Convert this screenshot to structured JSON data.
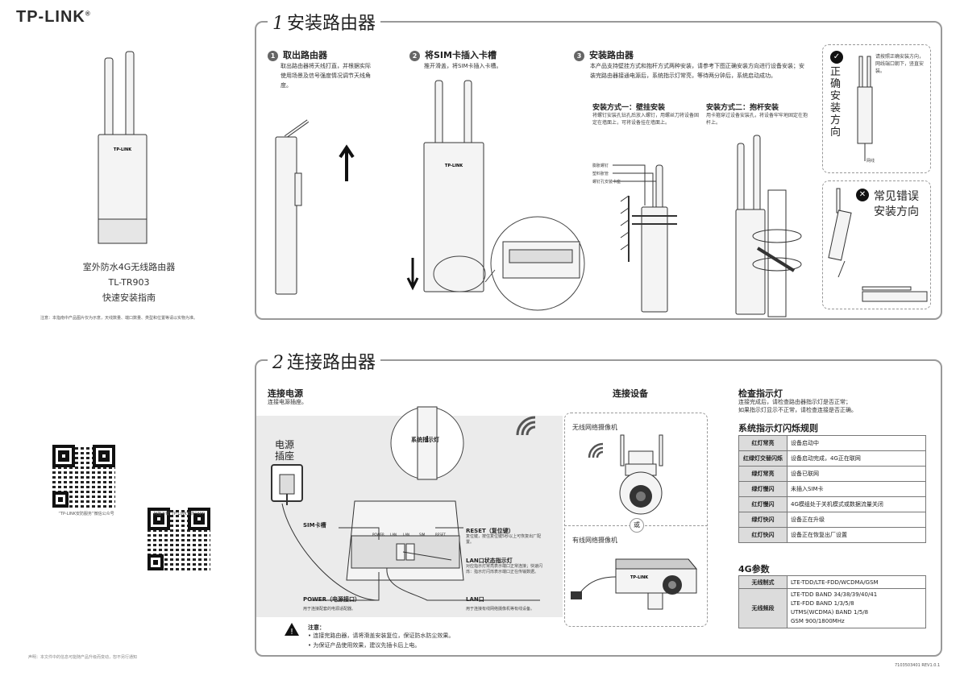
{
  "cover": {
    "logo": "TP-LINK",
    "logo_mark": "®",
    "product_name": "室外防水4G无线路由器",
    "model": "TL-TR903",
    "guide_title": "快速安装指南",
    "notice": "注意：本指南中产品图片仅为示意，天线数量、端口数量、类型和位置等请以实物为准。",
    "qr1_caption": "“TP-LINK安防服务”微信公众号",
    "qr2_caption": "扫描下载“TP-LINK安防”APP",
    "bottom_note": "声明：本文件中的信息可能随产品升级而变动，恕不另行通知"
  },
  "section1": {
    "num": "1",
    "title": "安装路由器",
    "step1_num": "1",
    "step1_title": "取出路由器",
    "step1_text": "取出路由器将天线打直，并根据实际使用场景及信号强度情况调节天线角度。",
    "step2_num": "2",
    "step2_title": "将SIM卡插入卡槽",
    "step2_text": "推开滑盖，将SIM卡插入卡槽。",
    "step3_num": "3",
    "step3_title": "安装路由器",
    "step3_text": "本产品支持壁挂方式和抱杆方式两种安装，请参考下图正确安装方向进行设备安装；安装完路由器接通电源后，系统指示灯常亮，等待两分钟后，系统启动成功。",
    "wall_title": "安装方式一：壁挂安装",
    "wall_text": "将螺钉安装孔钻孔后放入螺钉，用螺丝刀将设备固定在墙面上，可将设备挂在墙面上。",
    "pole_title": "安装方式二：抱杆安装",
    "pole_text": "用卡箍穿过设备安装孔，将设备牢牢地固定在抱杆上。",
    "wall_labels": [
      "膨胀螺钉",
      "塑料胀管",
      "螺钉孔安装卡座"
    ],
    "correct_title": "正确安装方向",
    "correct_text": "请按照正确安装方向，网线端口朝下，竖直安装。",
    "cable_label": "网线",
    "wrong_title_line1": "常见错误",
    "wrong_title_line2": "安装方向",
    "device_brand": "TP-LINK"
  },
  "section2": {
    "num": "2",
    "title": "连接路由器",
    "power_title": "连接电源",
    "power_text": "连接电源插座。",
    "outlet_label": "电源插座",
    "status_led": "系统指示灯",
    "sim_slot": "SIM卡槽",
    "reset_title": "RESET（复位键）",
    "reset_text": "复位键，按住复位键5秒以上可恢复出厂配置。",
    "lan_led_title": "LAN口状态指示灯",
    "lan_led_text": "对应指示灯常亮表示端口正常连接；快速闪烁：指示灯闪烁表示端口正在传输数据。",
    "power_port_title": "POWER（电源接口）",
    "power_port_text": "用于连接配套的电源适配器。",
    "lan_port_title": "LAN口",
    "lan_port_text": "用于连接有线网络摄像机等有线设备。",
    "port_labels": [
      "POWER",
      "LAN",
      "LAN",
      "SIM",
      "RESET"
    ],
    "warn_title": "注意：",
    "warn_items": [
      "• 连接完路由器，请将滑盖安装复位，保证防水防尘效果。",
      "• 为保证产品使用效果，建议先插卡后上电。"
    ],
    "connect_title": "连接设备",
    "wireless_cam": "无线网络摄像机",
    "or_label": "或",
    "wired_cam": "有线网络摄像机",
    "check_title": "检查指示灯",
    "check_text_1": "连接完成后，请检查路由器指示灯是否正常；",
    "check_text_2": "如果指示灯显示不正常，请检查连接是否正确。",
    "rules_title": "系统指示灯闪烁规则",
    "led_rules": [
      {
        "k": "红灯常亮",
        "v": "设备启动中"
      },
      {
        "k": "红绿灯交替闪烁",
        "v": "设备启动完成，4G正在联网"
      },
      {
        "k": "绿灯常亮",
        "v": "设备已联网"
      },
      {
        "k": "绿灯慢闪",
        "v": "未插入SIM卡"
      },
      {
        "k": "红灯慢闪",
        "v": "4G模组处于关机模式或数据流量关闭"
      },
      {
        "k": "绿灯快闪",
        "v": "设备正在升级"
      },
      {
        "k": "红灯快闪",
        "v": "设备正在恢复出厂设置"
      }
    ],
    "params_title": "4G参数",
    "mode_key": "无线制式",
    "mode_val": "LTE-TDD/LTE-FDD/WCDMA/GSM",
    "band_key": "无线频段",
    "band_vals": [
      "LTE-TDD BAND 34/38/39/40/41",
      "LTE-FDD BAND 1/3/5/8",
      "UTMS(WCDMA) BAND 1/5/8",
      "GSM 900/1800MHz"
    ],
    "doc_code": "7103503401 REV1.0.1"
  }
}
